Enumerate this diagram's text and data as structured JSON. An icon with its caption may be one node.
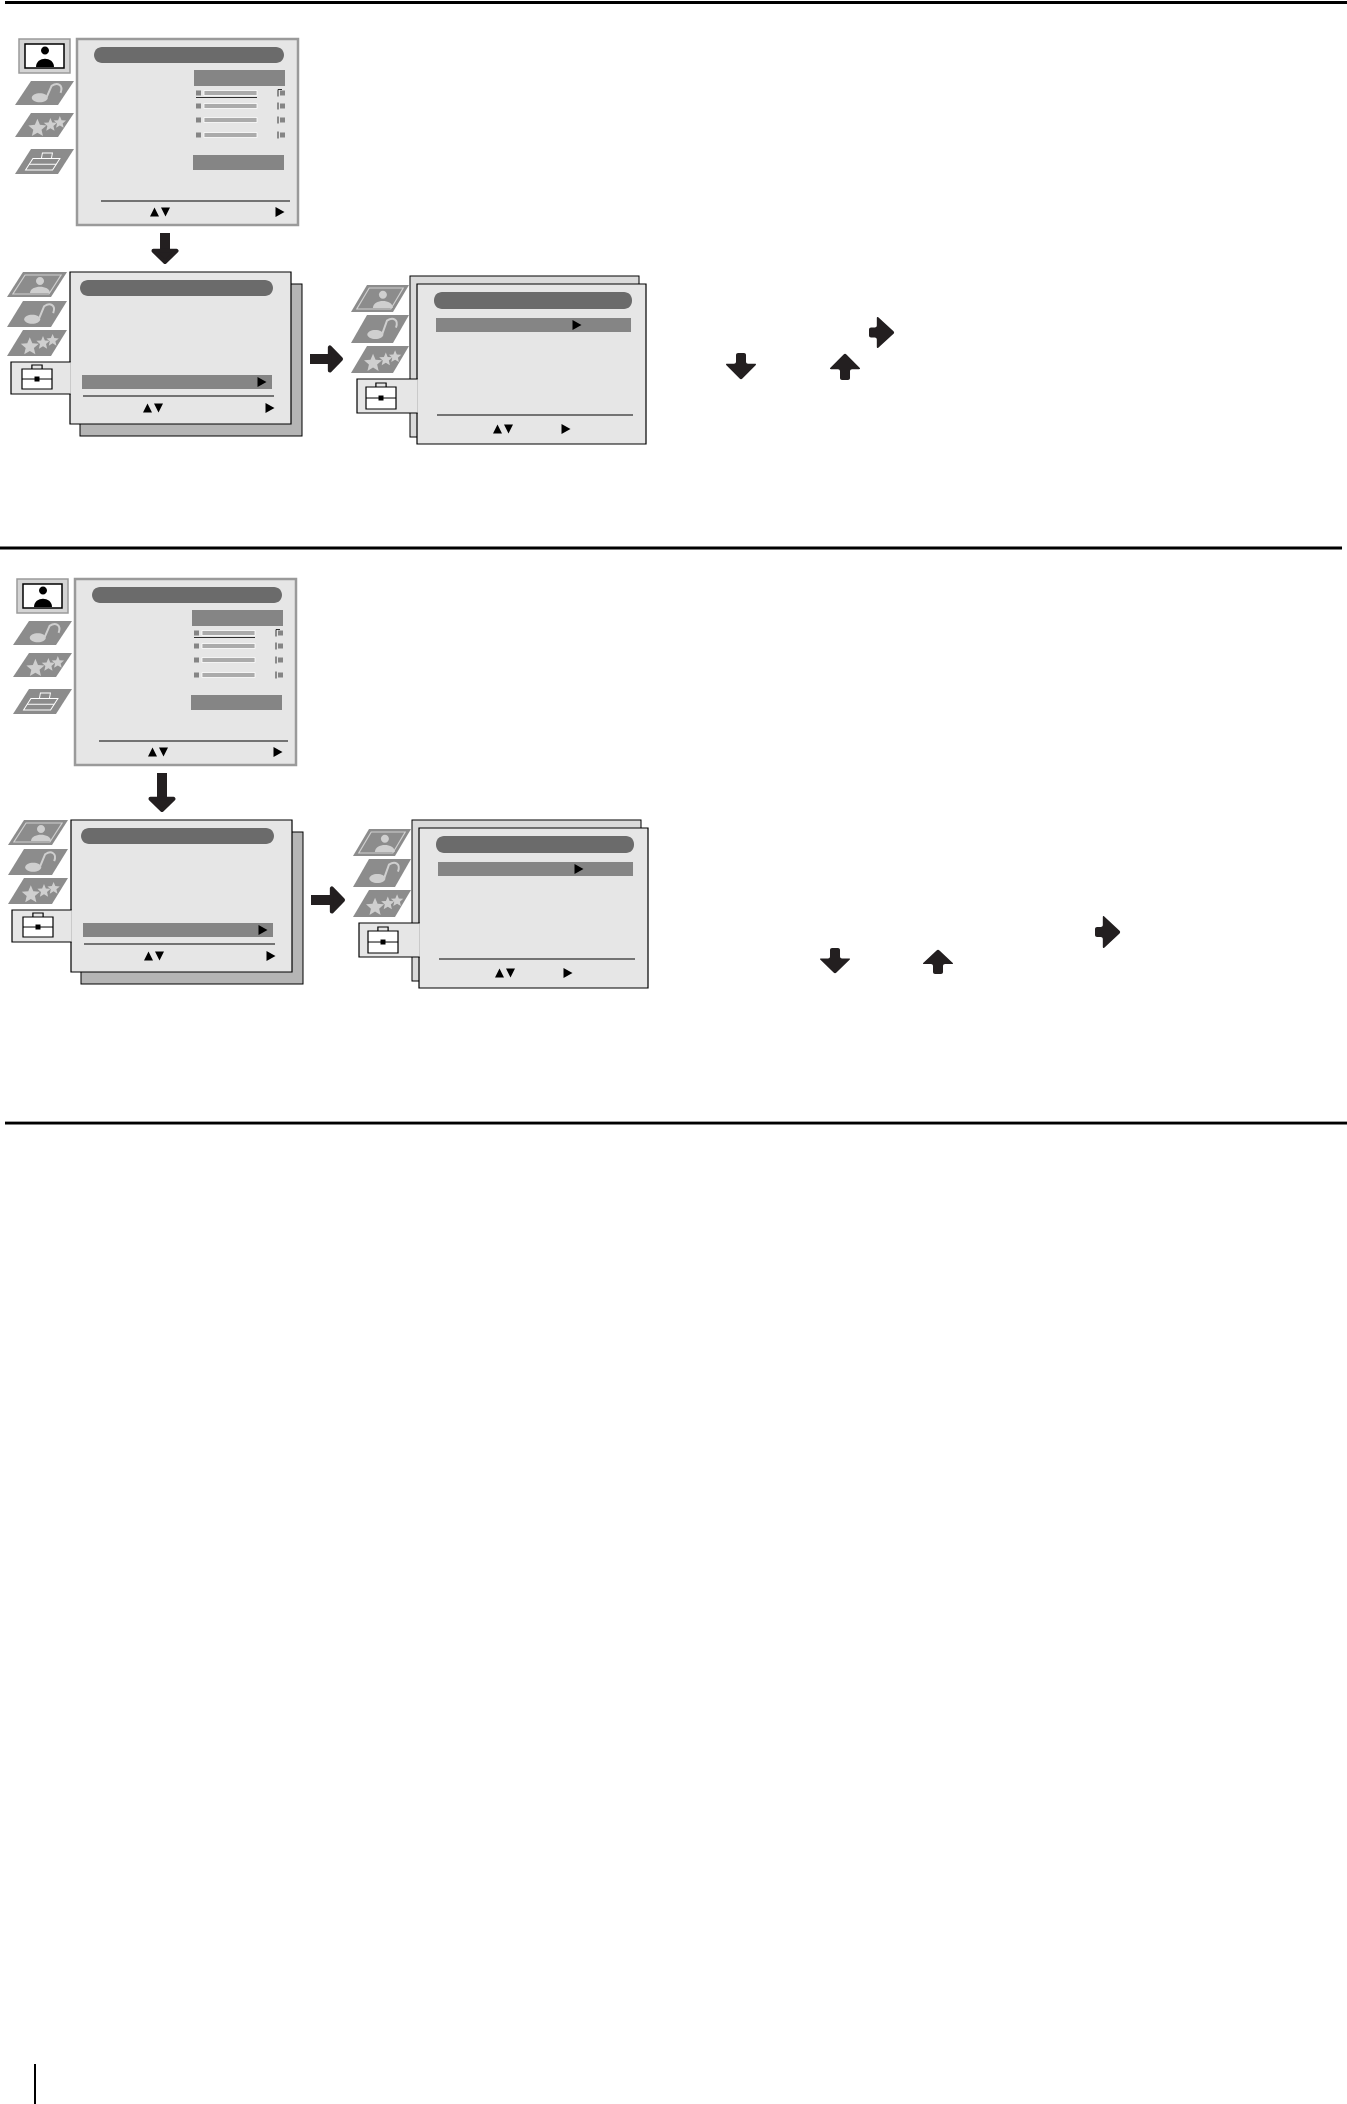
{
  "diagram": {
    "nodes": [
      {
        "text": [],
        "shape": "picture"
      },
      {
        "text": [],
        "shape": "bar",
        "in": 0
      },
      {
        "text": [],
        "shape": "bar",
        "in": 0
      },
      {
        "text": [],
        "shape": "bar",
        "in": 0
      },
      {
        "text": [],
        "shape": "picture"
      },
      {
        "text": [],
        "shape": "bar",
        "in": 4
      },
      {
        "text": [],
        "shape": "bar",
        "in": 4
      },
      {
        "text": [],
        "shape": "picture"
      },
      {
        "text": [],
        "shape": "bar",
        "in": 7
      },
      {
        "text": [],
        "shape": "bar",
        "in": 7
      },
      {
        "text": [],
        "shape": "picture"
      },
      {
        "text": [],
        "shape": "bar",
        "in": 10
      },
      {
        "text": [],
        "shape": "bar",
        "in": 10
      },
      {
        "text": [],
        "shape": "bar",
        "in": 10
      },
      {
        "text": [],
        "shape": "picture"
      },
      {
        "text": [],
        "shape": "bar",
        "in": 14
      },
      {
        "text": [],
        "shape": "bar",
        "in": 14
      },
      {
        "text": [],
        "shape": "picture"
      },
      {
        "text": [],
        "shape": "bar",
        "in": 17
      },
      {
        "text": [],
        "shape": "bar",
        "in": 17
      }
    ],
    "edges": [
      {
        "from": 0,
        "to": 4,
        "arrow": "to"
      },
      {
        "from": 4,
        "to": 7,
        "arrow": "to"
      },
      {
        "from": 10,
        "to": 14,
        "arrow": "to"
      },
      {
        "from": 14,
        "to": 17,
        "arrow": "to"
      }
    ]
  }
}
